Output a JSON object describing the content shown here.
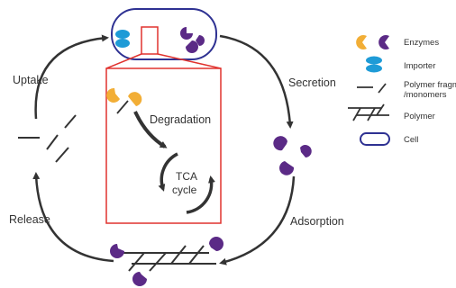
{
  "colors": {
    "enzyme_orange": "#F2AE36",
    "enzyme_purple": "#5B2A86",
    "importer_blue": "#1E9BD7",
    "cell_outline": "#2E3192",
    "zoom_box_red": "#E0322E",
    "arrow_dark": "#333333"
  },
  "labels": {
    "uptake": "Uptake",
    "secretion": "Secretion",
    "adsorption": "Adsorption",
    "release": "Release",
    "degradation": "Degradation",
    "tca_line1": "TCA",
    "tca_line2": "cycle"
  },
  "legend": {
    "enzymes": "Enzymes",
    "importer": "Importer",
    "fragments_line1": "Polymer fragments",
    "fragments_line2": "/monomers",
    "polymer": "Polymer",
    "cell": "Cell"
  },
  "icons": {
    "enzyme": "pacman-shape-icon",
    "importer": "stacked-ellipses-icon",
    "fragment": "slanted-dash-icon",
    "polymer": "branched-chain-icon",
    "cell": "rounded-capsule-icon"
  }
}
